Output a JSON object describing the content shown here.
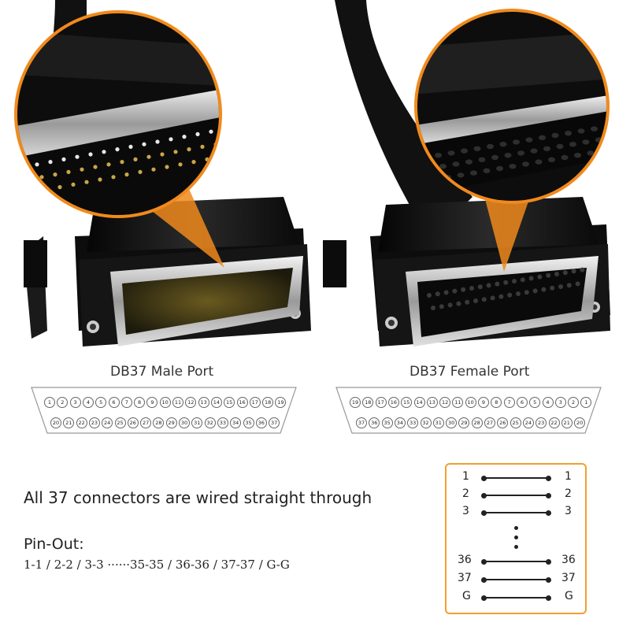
{
  "male_label": "DB37 Male Port",
  "female_label": "DB37 Female Port",
  "male_top_row": [
    "1",
    "2",
    "3",
    "4",
    "5",
    "6",
    "7",
    "8",
    "9",
    "10",
    "11",
    "12",
    "13",
    "14",
    "15",
    "16",
    "17",
    "18",
    "19"
  ],
  "male_bottom_row": [
    "20",
    "21",
    "22",
    "23",
    "24",
    "25",
    "26",
    "27",
    "28",
    "29",
    "30",
    "31",
    "32",
    "33",
    "34",
    "35",
    "36",
    "37"
  ],
  "female_top_row": [
    "19",
    "18",
    "17",
    "16",
    "15",
    "14",
    "13",
    "12",
    "11",
    "10",
    "9",
    "8",
    "7",
    "6",
    "5",
    "4",
    "3",
    "2",
    "1"
  ],
  "female_bottom_row": [
    "37",
    "36",
    "35",
    "34",
    "33",
    "32",
    "31",
    "30",
    "29",
    "28",
    "27",
    "26",
    "25",
    "24",
    "23",
    "22",
    "21",
    "20"
  ],
  "wired_text": "All 37 connectors are wired straight through",
  "pinout_title": "Pin-Out:",
  "pinout_seq": "1-1 / 2-2 / 3-3 ······35-35 / 36-36 / 37-37 / G-G",
  "wiring": {
    "top": [
      {
        "l": "1",
        "r": "1"
      },
      {
        "l": "2",
        "r": "2"
      },
      {
        "l": "3",
        "r": "3"
      }
    ],
    "bottom": [
      {
        "l": "36",
        "r": "36"
      },
      {
        "l": "37",
        "r": "37"
      },
      {
        "l": "G",
        "r": "G"
      }
    ]
  },
  "colors": {
    "accent": "#f08a1c",
    "connector": "#111111",
    "metal": "#c8c8c8"
  }
}
